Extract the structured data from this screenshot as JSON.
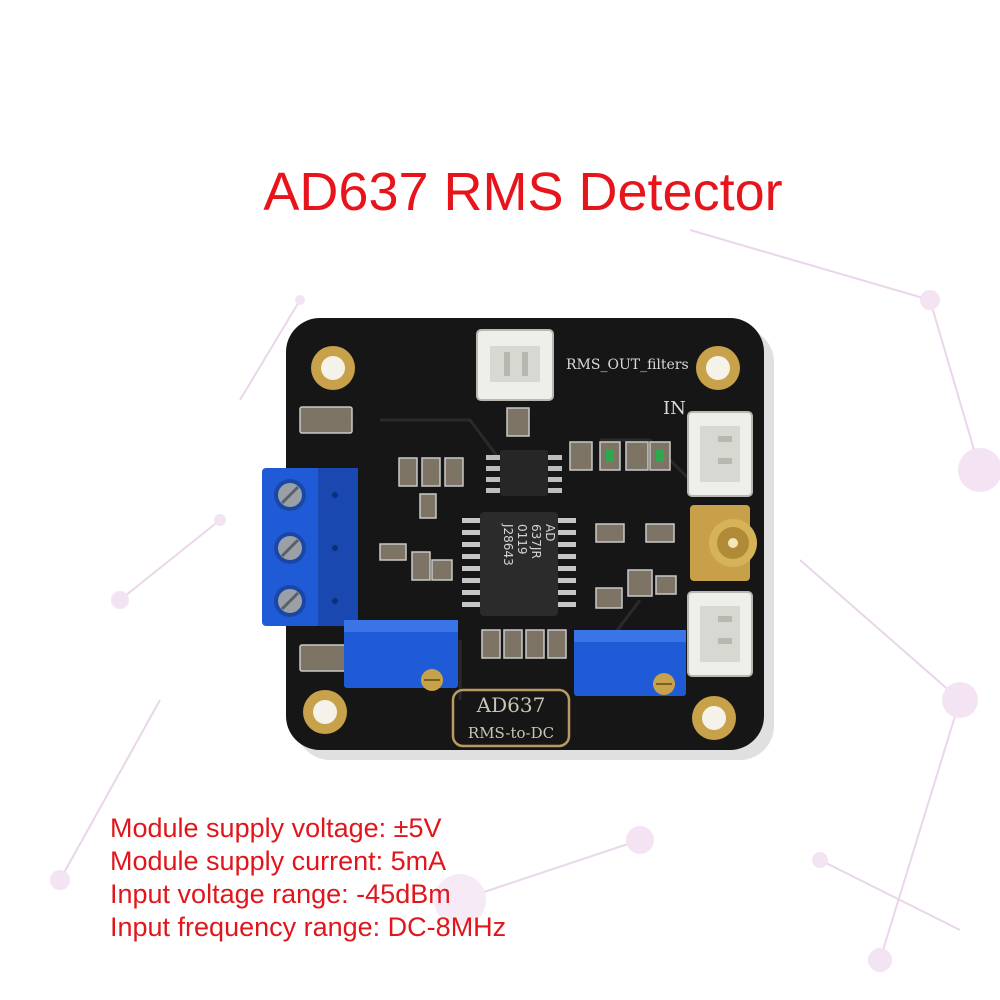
{
  "title": "AD637 RMS Detector",
  "board": {
    "label_top_connector": "RMS_OUT_filters",
    "label_in": "IN",
    "chip_main_line1": "AD",
    "chip_main_line2": "637JR",
    "chip_main_line3": "0119",
    "chip_main_line4": "J28643",
    "silk_box_line1": "AD637",
    "silk_box_line2": "RMS-to-DC"
  },
  "specs": [
    "Module supply voltage: ±5V",
    "Module supply current: 5mA",
    "Input voltage range: -45dBm",
    "Input frequency range: DC-8MHz"
  ],
  "colors": {
    "text_red": "#e0161c",
    "pcb": "#161616",
    "terminal_blue": "#1f5bd6",
    "connector_white": "#eeeeea",
    "gold": "#c8a24a"
  }
}
